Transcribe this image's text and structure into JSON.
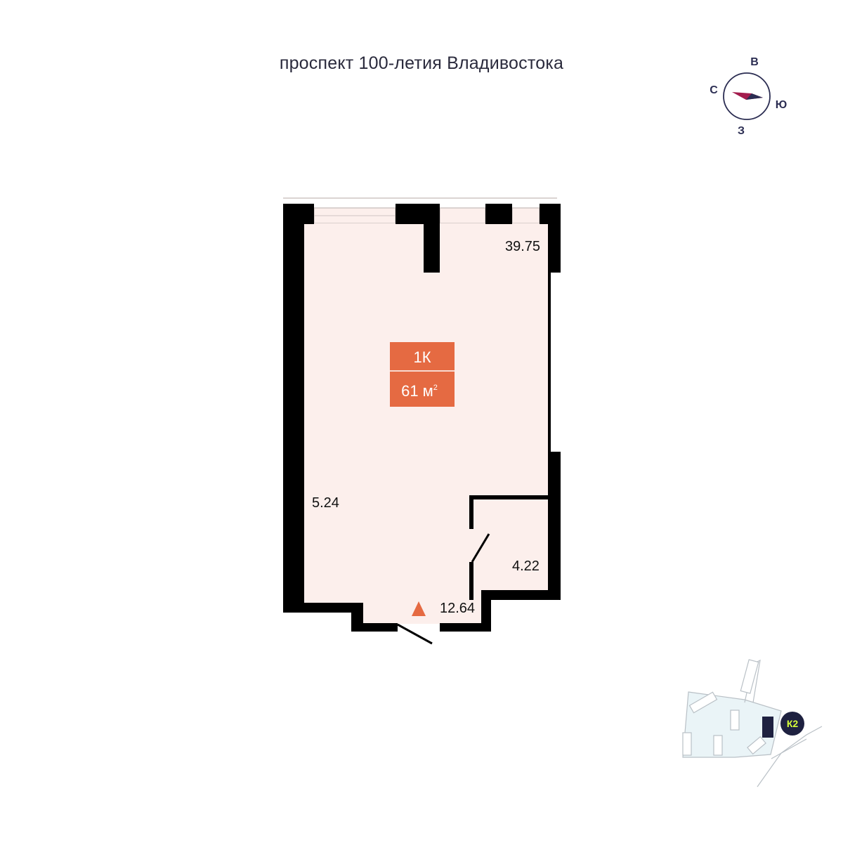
{
  "header": {
    "street": "проспект 100-летия Владивостока"
  },
  "compass": {
    "north": "С",
    "east": "В",
    "south": "Ю",
    "west": "З"
  },
  "unit": {
    "type": "1К",
    "area_value": "61 м",
    "area_sup": "2"
  },
  "rooms": {
    "room_1": "39.75",
    "room_2": "5.24",
    "room_3": "4.22",
    "room_4": "12.64"
  },
  "site_plan": {
    "building_label": "К2"
  },
  "colors": {
    "floor": "#fcefec",
    "walls": "#000000",
    "accent": "#e56a42",
    "compass_arrow": "#a31c4d",
    "compass_tail": "#2b2d52",
    "site_fill": "#eaf4f7",
    "badge_dark": "#1e2140",
    "badge_text": "#d7ff3a"
  },
  "icons": {
    "entrance": "entrance-triangle-icon",
    "compass": "compass-icon"
  }
}
